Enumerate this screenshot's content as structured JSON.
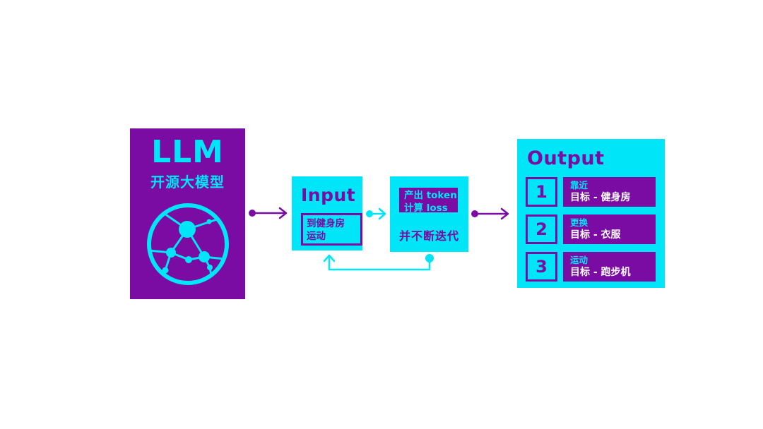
{
  "colors": {
    "purple": "#7A0BA3",
    "cyan": "#00E5F7",
    "white": "#FFFFFF"
  },
  "llm_card": {
    "title": "LLM",
    "subtitle": "开源大模型",
    "icon": "neural-network-icon"
  },
  "input_box": {
    "title": "Input",
    "prompt_line1": "到健身房",
    "prompt_line2": "运动"
  },
  "process_box": {
    "token_line1": "产出 token",
    "token_line2": "计算 loss",
    "note": "并不断迭代"
  },
  "output_box": {
    "title": "Output",
    "items": [
      {
        "num": "1",
        "action": "靠近",
        "target": "目标 - 健身房"
      },
      {
        "num": "2",
        "action": "更换",
        "target": "目标 - 衣服"
      },
      {
        "num": "3",
        "action": "运动",
        "target": "目标 - 跑步机"
      }
    ]
  }
}
